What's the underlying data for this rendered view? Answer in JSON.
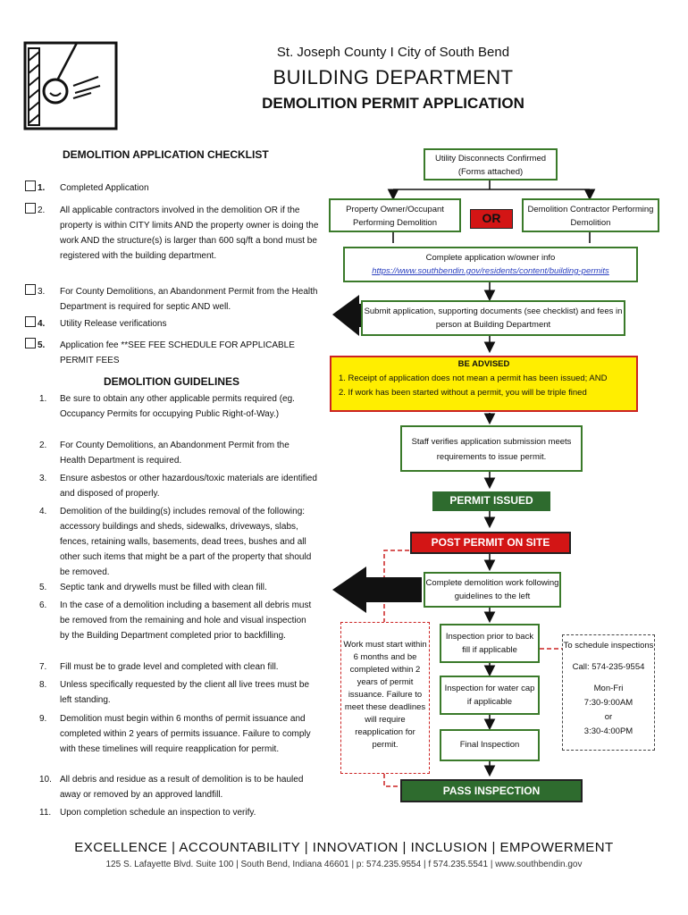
{
  "header": {
    "org": "St. Joseph County I City of South Bend",
    "dept": "BUILDING DEPARTMENT",
    "title": "DEMOLITION PERMIT APPLICATION"
  },
  "checklist": {
    "title": "DEMOLITION APPLICATION CHECKLIST",
    "items": [
      {
        "num": "1.",
        "text": "Completed Application"
      },
      {
        "num": "2.",
        "text": "All applicable contractors involved in the demolition OR if the property is within CITY limits AND the property owner is doing the work AND the structure(s) is larger than 600 sq/ft a bond must be registered with the building department."
      },
      {
        "num": "3.",
        "text": "For County Demolitions, an Abandonment Permit from the Health Department is required for septic AND well."
      },
      {
        "num": "4.",
        "text": "Utility Release verifications"
      },
      {
        "num": "5.",
        "text": "Application fee **SEE FEE SCHEDULE FOR APPLICABLE PERMIT FEES"
      }
    ]
  },
  "guidelines": {
    "title": "DEMOLITION GUIDELINES",
    "items": [
      {
        "num": "1.",
        "text": "Be sure to obtain any other applicable permits required (eg. Occupancy Permits for occupying Public Right-of-Way.)"
      },
      {
        "num": "2.",
        "text": "For County Demolitions, an Abandonment Permit from the Health Department is required."
      },
      {
        "num": "3.",
        "text": "Ensure asbestos or other hazardous/toxic materials are identified and disposed of properly."
      },
      {
        "num": "4.",
        "text": "Demolition of the building(s) includes removal of the following: accessory buildings and sheds, sidewalks, driveways, slabs, fences, retaining walls, basements, dead trees, bushes and all other such items that might be a part of the property that should be removed."
      },
      {
        "num": "5.",
        "text": "Septic tank and drywells must be filled with clean fill."
      },
      {
        "num": "6.",
        "text": "In the case of a demolition including a basement all debris must be removed from the remaining and hole and visual inspection by the Building Department completed prior to backfilling."
      },
      {
        "num": "7.",
        "text": "Fill must be to grade level and completed with clean fill."
      },
      {
        "num": "8.",
        "text": "Unless specifically requested by the client all live trees must be left standing."
      },
      {
        "num": "9.",
        "text": "Demolition must begin within 6 months of permit issuance and completed within 2 years of permits issuance. Failure to comply with these timelines will require reapplication for permit."
      },
      {
        "num": "10.",
        "text": "All debris and residue as a result of demolition is to be hauled away or removed by an approved landfill."
      },
      {
        "num": "11.",
        "text": "Upon completion schedule an inspection to verify."
      }
    ]
  },
  "flow": {
    "utility": "Utility Disconnects Confirmed (Forms attached)",
    "owner": "Property Owner/Occupant Performing Demolition",
    "or": "OR",
    "contractor": "Demolition Contractor Performing Demolition",
    "complete_app": "Complete application w/owner info",
    "link": "https://www.southbendin.gov/residents/content/building-permits",
    "submit": "Submit application, supporting documents (see checklist) and fees in person at Building Department",
    "advised_title": "BE ADVISED",
    "advised_1": "1. Receipt of application does not mean a permit has been issued; AND",
    "advised_2": "2. If work has been started without a permit, you will be triple fined",
    "staff": "Staff verifies application submission meets requirements to issue permit.",
    "permit_issued": "PERMIT ISSUED",
    "post_permit": "POST PERMIT ON SITE",
    "complete_work": "Complete demolition work following guidelines to the left",
    "work_deadline": "Work must start within 6 months and be completed within 2 years of permit issuance. Failure to meet these deadlines will require reapplication for permit.",
    "insp_backfill": "Inspection prior to back fill if applicable",
    "insp_water": "Inspection for water cap if applicable",
    "final_insp": "Final Inspection",
    "pass": "PASS INSPECTION",
    "sched_title": "To schedule inspections",
    "sched_call": "Call: 574-235-9554",
    "sched_days": "Mon-Fri",
    "sched_am": "7:30-9:00AM",
    "sched_or": "or",
    "sched_pm": "3:30-4:00PM"
  },
  "footer": {
    "values": "EXCELLENCE | ACCOUNTABILITY | INNOVATION | INCLUSION | EMPOWERMENT",
    "address": "125 S. Lafayette Blvd. Suite 100 | South Bend, Indiana 46601 | p: 574.235.9554 | f 574.235.5541 | www.southbendin.gov"
  }
}
